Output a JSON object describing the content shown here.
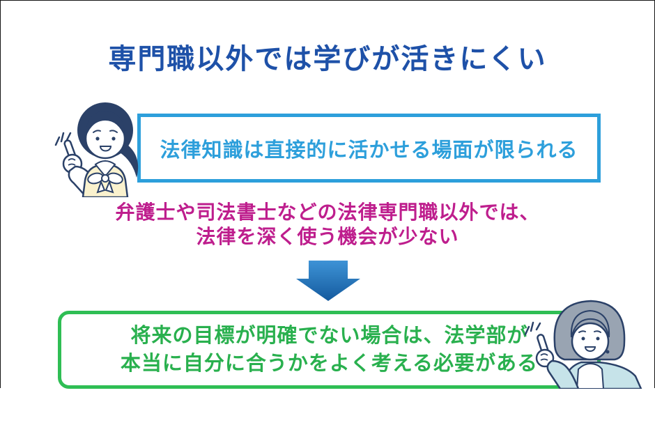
{
  "frame": {
    "border_color": "#141414",
    "background": "#ffffff"
  },
  "title": {
    "text": "専門職以外では学びが活きにくい",
    "color": "#1E51A8"
  },
  "reason_box": {
    "label": "法律知識は直接的に活かせる場面が限られる",
    "border_color": "#2D9FDB",
    "text_color": "#2D9FDB"
  },
  "detail_text": {
    "line1": "弁護士や司法書士などの法律専門職以外では、",
    "line2": "法律を深く使う機会が少ない",
    "color": "#BE1E8D"
  },
  "arrow": {
    "direction": "down",
    "color_top": "#3E93D6",
    "color_bottom": "#145A9E"
  },
  "conclusion_box": {
    "line1": "将来の目標が明確でない場合は、法学部が",
    "line2": "本当に自分に合うかをよく考える必要がある",
    "border_color": "#2FBE54",
    "text_color": "#29B04E"
  },
  "illustrations": {
    "left_person": "young-woman-pointing-up",
    "right_person": "gray-haired-woman-pointing-up",
    "outline_color": "#2B4168",
    "left_vest_color": "#FAF2CE",
    "right_jacket_color": "#C6E3E9",
    "right_hair_color": "#99A4B2"
  }
}
